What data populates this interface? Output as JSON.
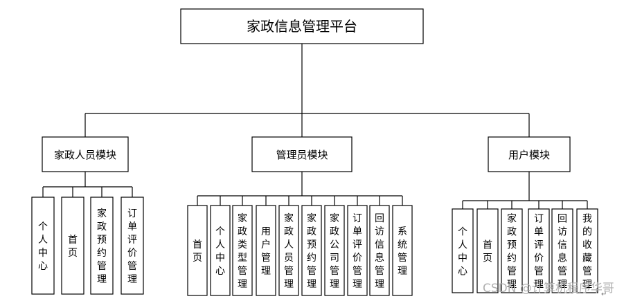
{
  "root": {
    "label": "家政信息管理平台"
  },
  "modules": [
    {
      "label": "家政人员模块",
      "children": [
        "个人中心",
        "首页",
        "家政预约管理",
        "订单评价管理"
      ]
    },
    {
      "label": "管理员模块",
      "children": [
        "首页",
        "个人中心",
        "家政类型管理",
        "用户管理",
        "家政人员管理",
        "家政预约管理",
        "家政公司管理",
        "订单评价管理",
        "回访信息管理",
        "系统管理"
      ]
    },
    {
      "label": "用户模块",
      "children": [
        "个人中心",
        "首页",
        "家政预约管理",
        "订单评价管理",
        "回访信息管理",
        "我的收藏管理"
      ]
    }
  ],
  "watermark": "CSDN @计算机程序华哥",
  "paragraph_mark": "↵"
}
